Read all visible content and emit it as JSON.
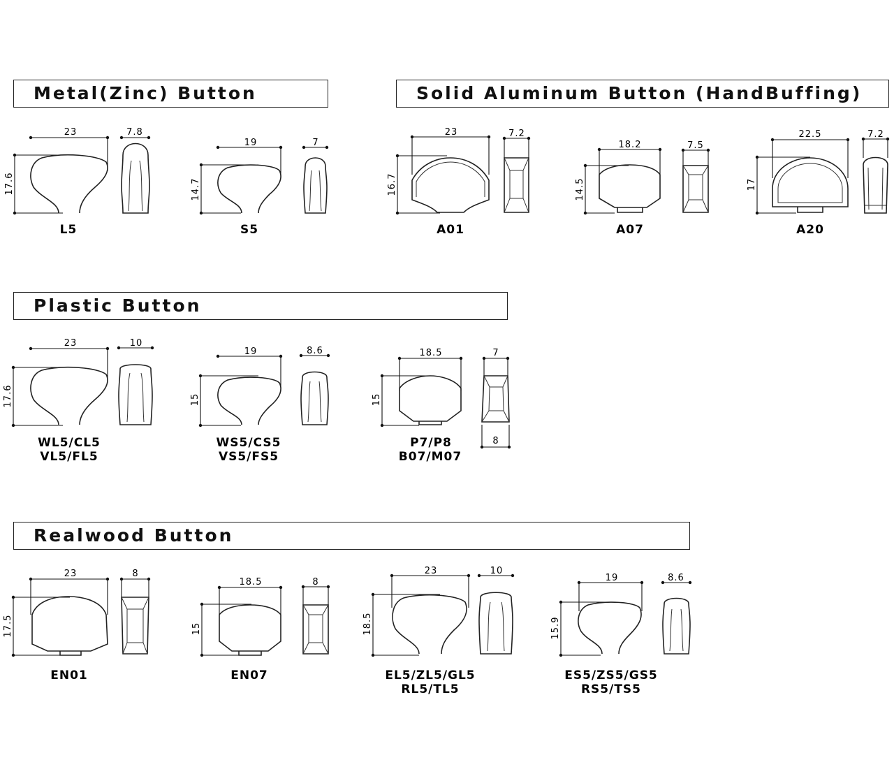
{
  "sections": {
    "metal": "Metal(Zinc) Button",
    "aluminum": "Solid Aluminum Button (HandBuffing)",
    "plastic": "Plastic Button",
    "realwood": "Realwood Button"
  },
  "buttons": {
    "l5": {
      "name": "L5",
      "width": "23",
      "height": "17.6",
      "depth": "7.8"
    },
    "s5": {
      "name": "S5",
      "width": "19",
      "height": "14.7",
      "depth": "7"
    },
    "a01": {
      "name": "A01",
      "width": "23",
      "height": "16.7",
      "depth": "7.2"
    },
    "a07": {
      "name": "A07",
      "width": "18.2",
      "height": "14.5",
      "depth": "7.5"
    },
    "a20": {
      "name": "A20",
      "width": "22.5",
      "height": "17",
      "depth": "7.2"
    },
    "wl5": {
      "name": "WL5/CL5",
      "name2": "VL5/FL5",
      "width": "23",
      "height": "17.6",
      "depth": "10"
    },
    "ws5": {
      "name": "WS5/CS5",
      "name2": "VS5/FS5",
      "width": "19",
      "height": "15",
      "depth": "8.6"
    },
    "p7": {
      "name": "P7/P8",
      "name2": "B07/M07",
      "width": "18.5",
      "height": "15",
      "depth": "7",
      "base": "8"
    },
    "en01": {
      "name": "EN01",
      "width": "23",
      "height": "17.5",
      "depth": "8"
    },
    "en07": {
      "name": "EN07",
      "width": "18.5",
      "height": "15",
      "depth": "8"
    },
    "el5": {
      "name": "EL5/ZL5/GL5",
      "name2": "RL5/TL5",
      "width": "23",
      "height": "18.5",
      "depth": "10"
    },
    "es5": {
      "name": "ES5/ZS5/GS5",
      "name2": "RS5/TS5",
      "width": "19",
      "height": "15.9",
      "depth": "8.6"
    }
  }
}
